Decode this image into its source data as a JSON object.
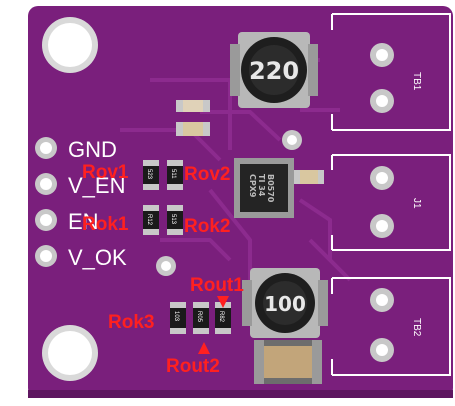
{
  "board": {
    "colors": {
      "pcb": "#7a1f7c",
      "pcb_dark": "#5e1660",
      "trace": "#8c2b8e",
      "silkscreen": "#ffffff",
      "pad": "#c8c8c8",
      "label": "#ff2020"
    },
    "pins": [
      {
        "label": "GND"
      },
      {
        "label": "V_EN"
      },
      {
        "label": "EN"
      },
      {
        "label": "V_OK"
      }
    ],
    "connectors": [
      {
        "label": "TB1"
      },
      {
        "label": "J1"
      },
      {
        "label": "TB2"
      }
    ],
    "inductors": [
      {
        "label": "220"
      },
      {
        "label": "100"
      }
    ],
    "resistor_markings": {
      "r1": "523",
      "r2": "511",
      "r3": "R12",
      "r4": "513",
      "r5": "103",
      "r6": "R05",
      "r7": "R82"
    },
    "chip": {
      "line1": "B0570",
      "line2": "TI 34",
      "line3": "CPX9"
    },
    "annotations": {
      "rov1": "Rov1",
      "rov2": "Rov2",
      "rok1": "Rok1",
      "rok2": "Rok2",
      "rout1": "Rout1",
      "rok3": "Rok3",
      "rout2": "Rout2"
    }
  }
}
